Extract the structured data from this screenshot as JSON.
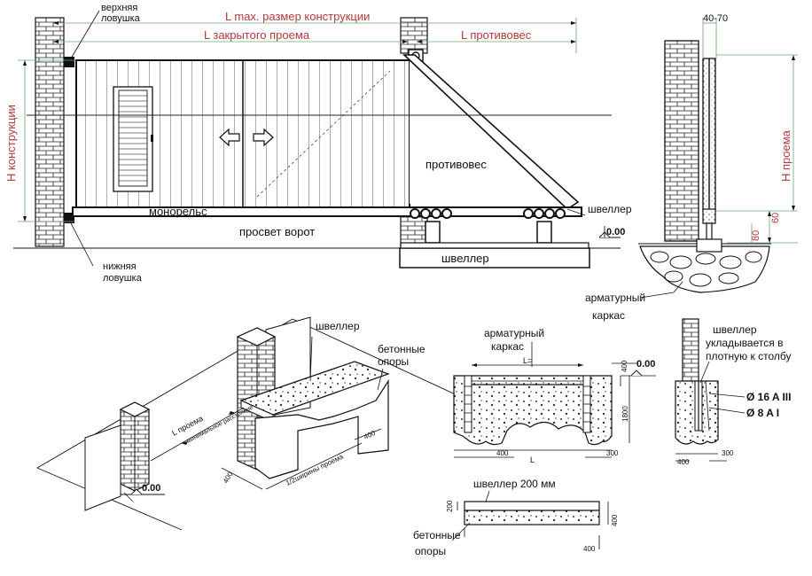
{
  "top": {
    "upper_catcher": "верхняя\nловушка",
    "l_max": "L max. размер  конструкции",
    "l_opening": "L закрытого проема",
    "l_counterweight": "L противовес",
    "h_construction": "H конструкции",
    "counterweight": "противовес",
    "monorail": "монорельс",
    "clearance": "просвет ворот",
    "channel_bottom": "швеллер",
    "lower_catcher": "нижняя\nловушка",
    "channel_label": "швеллер",
    "zero_level": "0.00"
  },
  "side": {
    "dim_40_70": "40-70",
    "h_opening": "H проема",
    "dim_60": "60",
    "dim_80": "80",
    "rebar_cage": "арматурный\nкаркас"
  },
  "iso": {
    "channel": "швеллер",
    "concrete_supports": "бетонные\nопоры",
    "l_opening": "L проема",
    "half_width": "1/2ширины проема",
    "dim_400a": "400",
    "dim_400b": "400",
    "zero_level": "0.00",
    "small_text": "минимальное расстояние"
  },
  "section": {
    "rebar_cage": "арматурный\nкаркас",
    "l_eq": "L=",
    "dim_400_top": "400",
    "zero_level": "0.00",
    "dim_1800": "1800",
    "dim_400_bottom": "400",
    "dim_300": "300",
    "l": "L"
  },
  "detail": {
    "channel_note": "швеллер\nукладывается в\nплотную к столбу",
    "rebar_16": "Ø 16 A III",
    "rebar_8": "Ø 8 A I",
    "dim_400": "400",
    "dim_300": "300"
  },
  "beam": {
    "channel_200": "швеллер 200 мм",
    "dim_200": "200",
    "dim_400": "400",
    "concrete_supports": "бетонные\nопоры",
    "dim_400_bottom": "400"
  }
}
